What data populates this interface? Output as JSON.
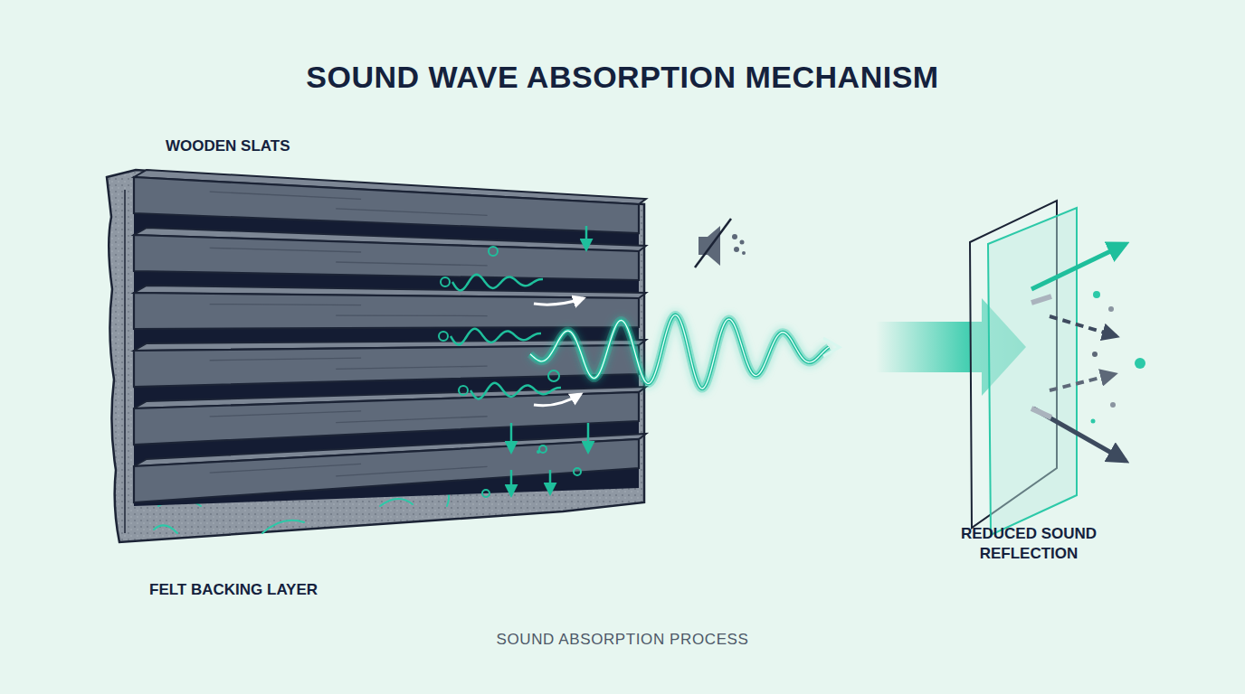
{
  "diagram": {
    "title": "SOUND WAVE ABSORPTION MECHANISM",
    "caption": "SOUND ABSORPTION PROCESS",
    "labels": [
      "WOODEN SLATS",
      "FELT BACKING LAYER",
      "REDUCED SOUND REFLECTION"
    ]
  }
}
